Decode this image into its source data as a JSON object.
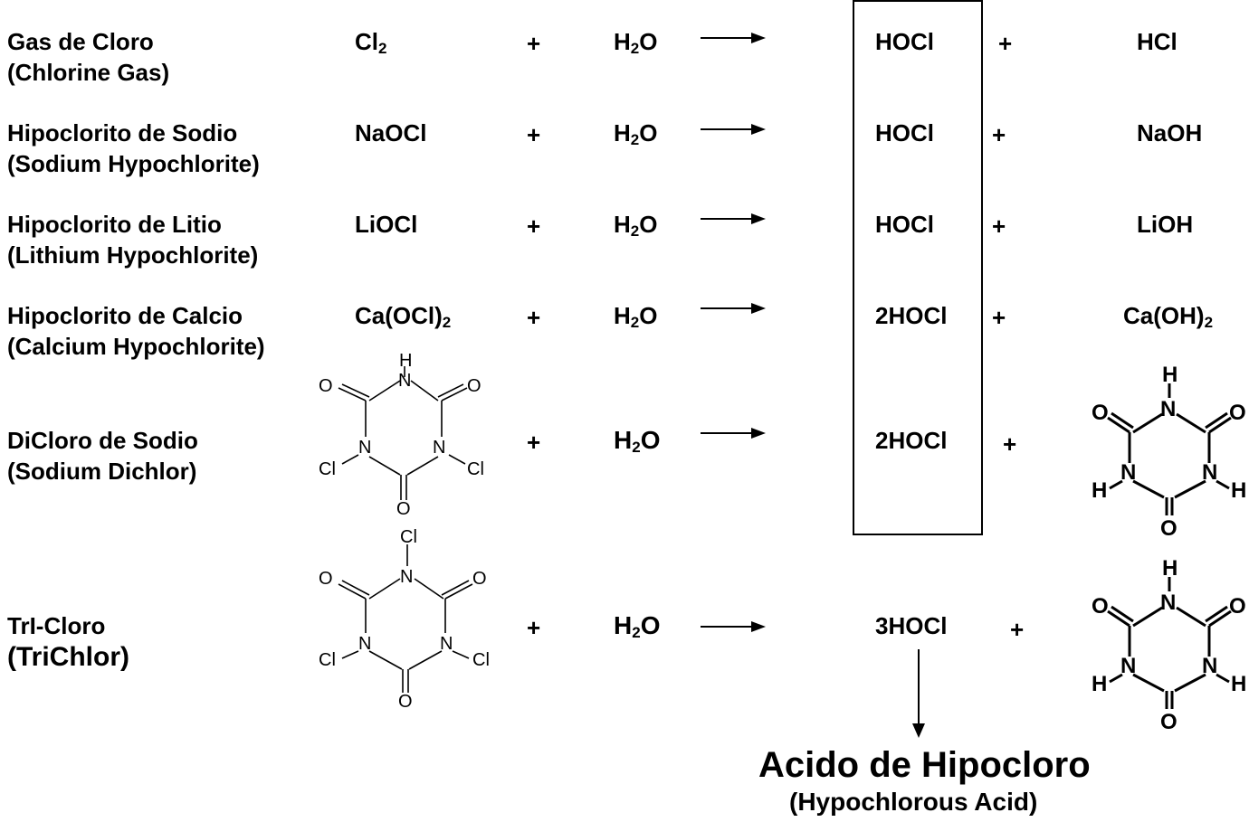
{
  "reactions": [
    {
      "name_es": "Gas de Cloro",
      "name_en": "(Chlorine Gas)",
      "reactant": {
        "base": "Cl",
        "sub": "2"
      },
      "product": {
        "base": "HOCl",
        "sub": ""
      },
      "byproduct": {
        "base": "HCl",
        "sub": ""
      }
    },
    {
      "name_es": "Hipoclorito de Sodio",
      "name_en": "(Sodium Hypochlorite)",
      "reactant": {
        "base": "NaOCl",
        "sub": ""
      },
      "product": {
        "base": "HOCl",
        "sub": ""
      },
      "byproduct": {
        "base": "NaOH",
        "sub": ""
      }
    },
    {
      "name_es": "Hipoclorito de Litio",
      "name_en": "(Lithium Hypochlorite)",
      "reactant": {
        "base": "LiOCl",
        "sub": ""
      },
      "product": {
        "base": "HOCl",
        "sub": ""
      },
      "byproduct": {
        "base": "LiOH",
        "sub": ""
      }
    },
    {
      "name_es": "Hipoclorito de Calcio",
      "name_en": "(Calcium Hypochlorite)",
      "reactant": {
        "base": "Ca(OCl)",
        "sub": "2"
      },
      "product": {
        "base": "2HOCl",
        "sub": ""
      },
      "byproduct": {
        "base": "Ca(OH)",
        "sub": "2"
      }
    },
    {
      "name_es": "DiCloro de Sodio",
      "name_en": "(Sodium Dichlor)",
      "reactant": {
        "base": "",
        "sub": ""
      },
      "product": {
        "base": "2HOCl",
        "sub": ""
      },
      "byproduct": {
        "base": "",
        "sub": ""
      }
    },
    {
      "name_es": "TrI-Cloro",
      "name_en": "(TriChlor)",
      "reactant": {
        "base": "",
        "sub": ""
      },
      "product": {
        "base": "3HOCl",
        "sub": ""
      },
      "byproduct": {
        "base": "",
        "sub": ""
      }
    }
  ],
  "symbols": {
    "plus": "+",
    "water_base": "H",
    "water_sub": "2",
    "water_tail": "O"
  },
  "atoms": {
    "H": "H",
    "N": "N",
    "O": "O",
    "Cl": "Cl"
  },
  "result": {
    "name_es": "Acido de Hipocloro",
    "name_en": "(Hypochlorous Acid)"
  }
}
